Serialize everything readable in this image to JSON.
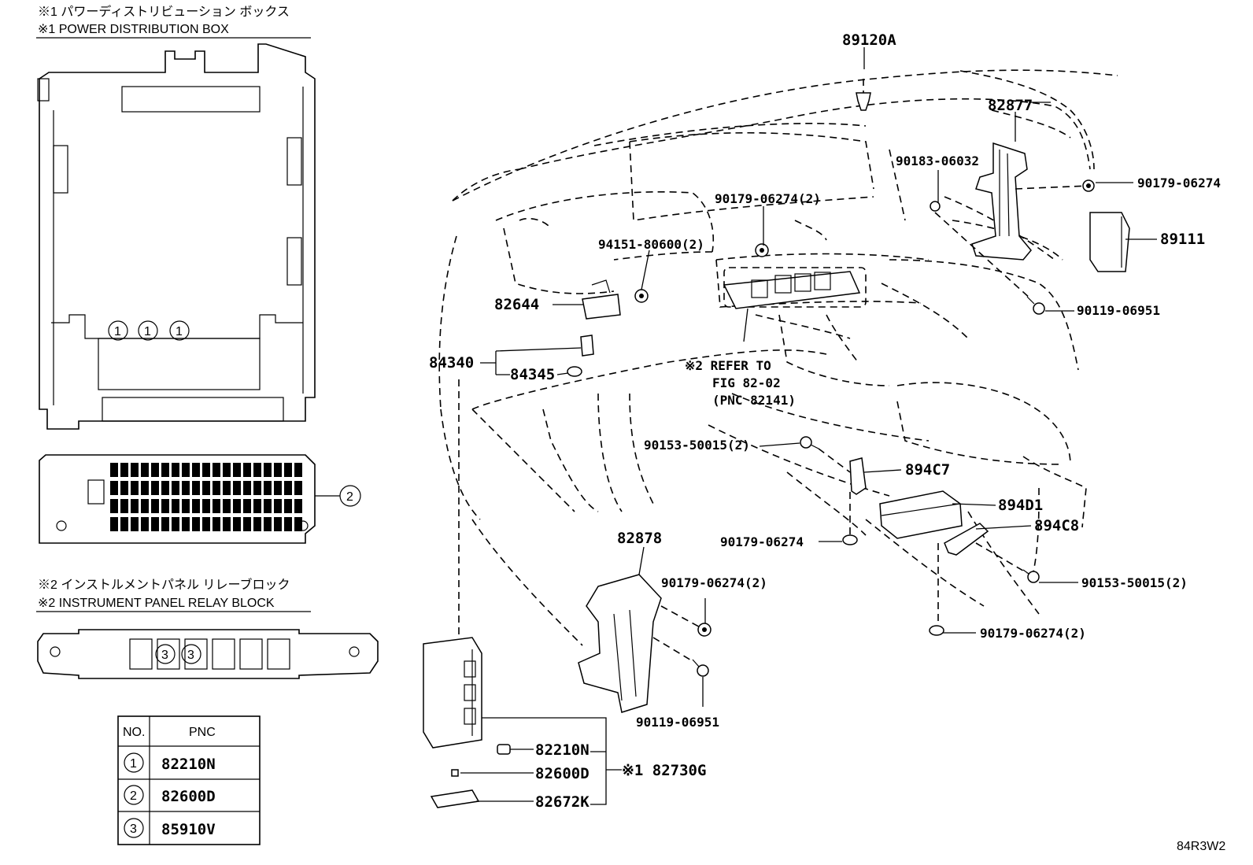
{
  "headers": {
    "pdb_jp": "※1 パワーディストリビューション ボックス",
    "pdb_en": "※1 POWER DISTRIBUTION BOX",
    "iprb_jp": "※2 インストルメントパネル リレーブロック",
    "iprb_en": "※2 INSTRUMENT PANEL RELAY BLOCK"
  },
  "markers": {
    "m1": "1",
    "m2": "2",
    "m3": "3"
  },
  "table": {
    "col_no": "NO.",
    "col_pnc": "PNC",
    "rows": [
      {
        "no": "1",
        "pnc": "82210N"
      },
      {
        "no": "2",
        "pnc": "82600D"
      },
      {
        "no": "3",
        "pnc": "85910V"
      }
    ]
  },
  "callouts": {
    "c89120A": "89120A",
    "c82877": "82877",
    "c90183": "90183-06032",
    "c90179a": "90179-06274",
    "c89111": "89111",
    "c90179b": "90179-06274(2)",
    "c94151": "94151-80600(2)",
    "c82644": "82644",
    "c90119a": "90119-06951",
    "c84340": "84340",
    "c84345": "84345",
    "refer1": "※2 REFER TO",
    "refer2": "FIG 82-02",
    "refer3": "(PNC 82141)",
    "c90153a": "90153-50015(2)",
    "c894C7": "894C7",
    "c894D1": "894D1",
    "c90179c": "90179-06274",
    "c894C8": "894C8",
    "c82878": "82878",
    "c90179d": "90179-06274(2)",
    "c90153b": "90153-50015(2)",
    "c90179e": "90179-06274(2)",
    "c90119b": "90119-06951",
    "c82210N": "82210N",
    "c82600D": "82600D",
    "c82672K": "82672K",
    "c82730G": "※1 82730G"
  },
  "footer": {
    "code": "84R3W2"
  }
}
